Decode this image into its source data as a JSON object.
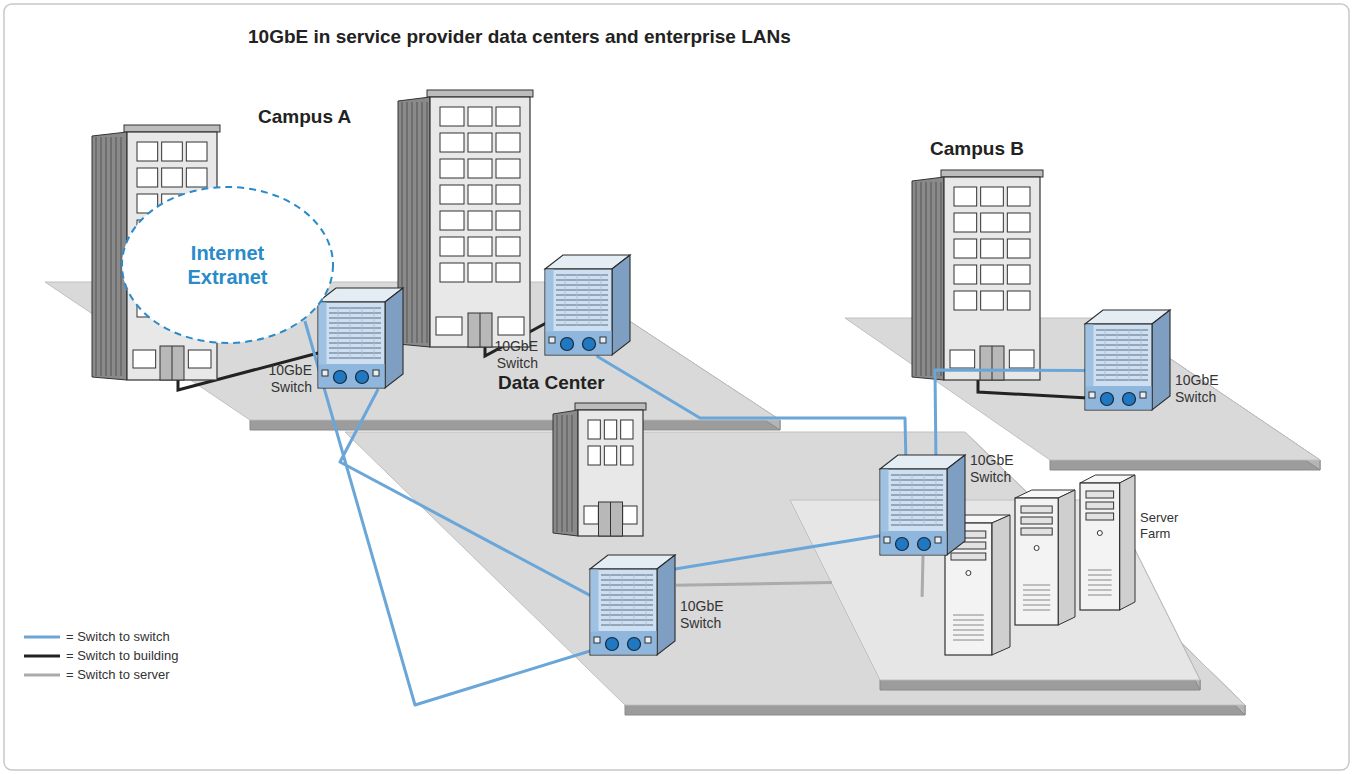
{
  "diagram": {
    "title": "10GbE in service provider data centers and enterprise LANs",
    "nodes": [
      {
        "text": [
          "Campus A"
        ]
      },
      {
        "text": [
          "10GbE Switch"
        ],
        "in": 0
      },
      {
        "text": [
          "10GbE Switch"
        ],
        "in": 0
      },
      {
        "text": [
          "Campus B"
        ]
      },
      {
        "text": [
          "10GbE Switch"
        ],
        "in": 3
      },
      {
        "text": [
          "Data Center"
        ]
      },
      {
        "text": [
          "10GbE Switch"
        ],
        "in": 5
      },
      {
        "text": [
          "10GbE Switch"
        ],
        "in": 5
      },
      {
        "text": [
          "Server Farm"
        ],
        "in": 5
      },
      {
        "text": [
          "Internet Extranet"
        ]
      }
    ],
    "edges": [
      {
        "from": 1,
        "to": 7,
        "arrow": "none"
      },
      {
        "from": 2,
        "to": 6,
        "arrow": "none"
      },
      {
        "from": 4,
        "to": 6,
        "arrow": "none"
      },
      {
        "from": 6,
        "to": 7,
        "arrow": "none"
      },
      {
        "from": 9,
        "to": 7,
        "arrow": "none"
      },
      {
        "from": 6,
        "to": 8,
        "arrow": "none"
      },
      {
        "from": 7,
        "to": 8,
        "arrow": "none"
      }
    ],
    "legend": [
      {
        "text": "= Switch to switch"
      },
      {
        "text": "= Switch to building"
      },
      {
        "text": "= Switch to server"
      }
    ]
  }
}
